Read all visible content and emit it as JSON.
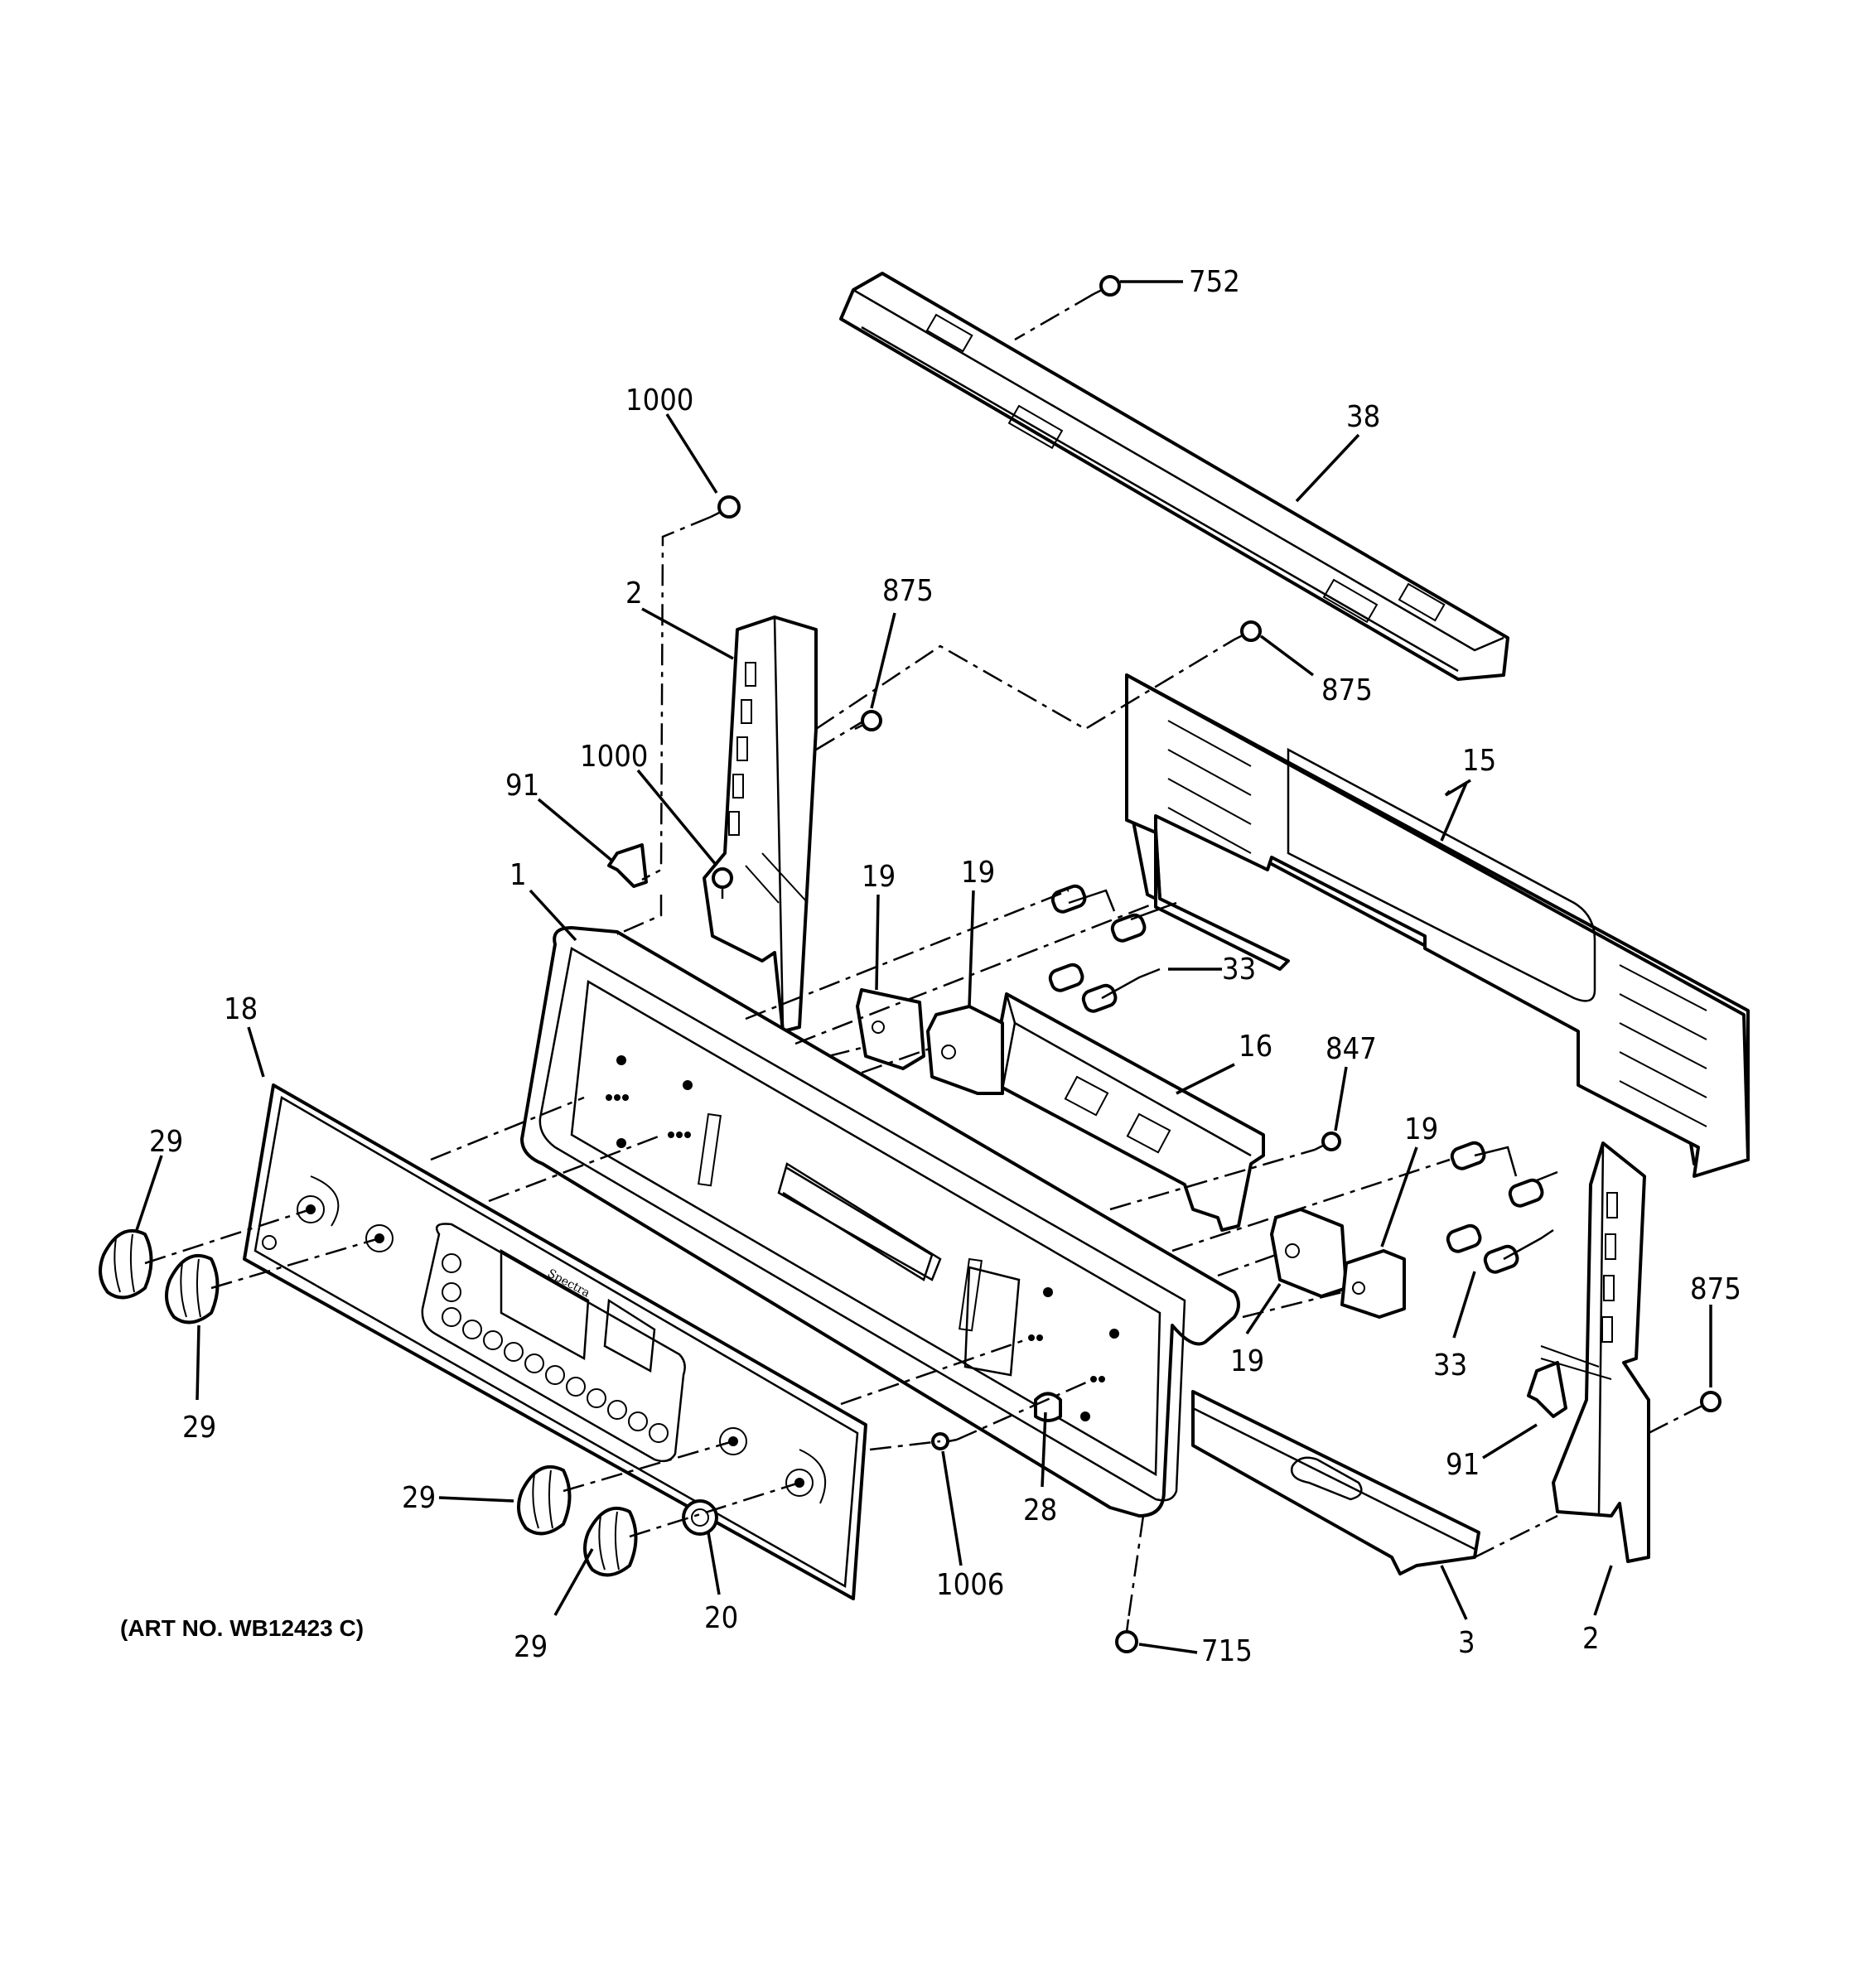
{
  "art_number": "(ART NO. WB12423 C)",
  "panel_text": {
    "brand": "Spectra"
  },
  "labels": [
    {
      "id": "752",
      "text": "752"
    },
    {
      "id": "38",
      "text": "38"
    },
    {
      "id": "1000-top",
      "text": "1000"
    },
    {
      "id": "2-left",
      "text": "2"
    },
    {
      "id": "875-center",
      "text": "875"
    },
    {
      "id": "875-right-top",
      "text": "875"
    },
    {
      "id": "15",
      "text": "15"
    },
    {
      "id": "91-left",
      "text": "91"
    },
    {
      "id": "1000-mid",
      "text": "1000"
    },
    {
      "id": "1",
      "text": "1"
    },
    {
      "id": "19-a",
      "text": "19"
    },
    {
      "id": "19-b",
      "text": "19"
    },
    {
      "id": "33-top",
      "text": "33"
    },
    {
      "id": "16",
      "text": "16"
    },
    {
      "id": "847",
      "text": "847"
    },
    {
      "id": "19-c",
      "text": "19"
    },
    {
      "id": "18",
      "text": "18"
    },
    {
      "id": "29-a",
      "text": "29"
    },
    {
      "id": "29-b",
      "text": "29"
    },
    {
      "id": "29-c",
      "text": "29"
    },
    {
      "id": "29-d",
      "text": "29"
    },
    {
      "id": "19-d",
      "text": "19"
    },
    {
      "id": "33-bottom",
      "text": "33"
    },
    {
      "id": "875-right-bottom",
      "text": "875"
    },
    {
      "id": "91-right",
      "text": "91"
    },
    {
      "id": "28",
      "text": "28"
    },
    {
      "id": "1006",
      "text": "1006"
    },
    {
      "id": "20",
      "text": "20"
    },
    {
      "id": "715",
      "text": "715"
    },
    {
      "id": "3",
      "text": "3"
    },
    {
      "id": "2-right",
      "text": "2"
    }
  ]
}
